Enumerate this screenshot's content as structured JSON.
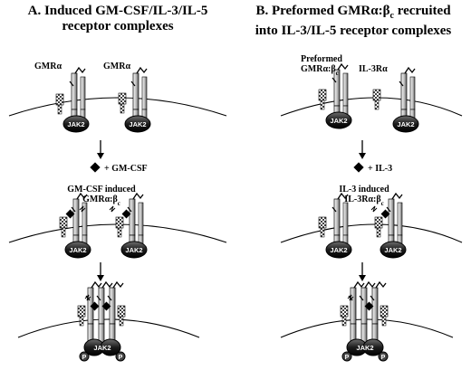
{
  "panel_a": {
    "heading_line1": "A.  Induced GM-CSF/IL-3/IL-5",
    "heading_line2": "receptor complexes",
    "left_alpha_label": "GMRα",
    "right_alpha_label": "GMRα",
    "ligand_label": "+ GM-CSF",
    "complex_label_line1": "GM-CSF induced",
    "complex_label_line2": "GMRα:β",
    "complex_label_sub": "c"
  },
  "panel_b": {
    "heading_line1": "B.  Preformed GMRα:β",
    "heading_sub": "c",
    "heading_line1_tail": " recruited",
    "heading_line2": "into IL-3/IL-5 receptor complexes",
    "preformed_label_line1": "Preformed",
    "preformed_label_line2": "GMRα:β",
    "preformed_label_sub": "c",
    "alpha_label": "IL-3Rα",
    "ligand_label": "+ IL-3",
    "complex_label_line1": "IL-3 induced",
    "complex_label_line2": "IL-3Rα:β",
    "complex_label_sub": "c"
  },
  "kinase_label": "JAK2",
  "phospho_label": "P"
}
